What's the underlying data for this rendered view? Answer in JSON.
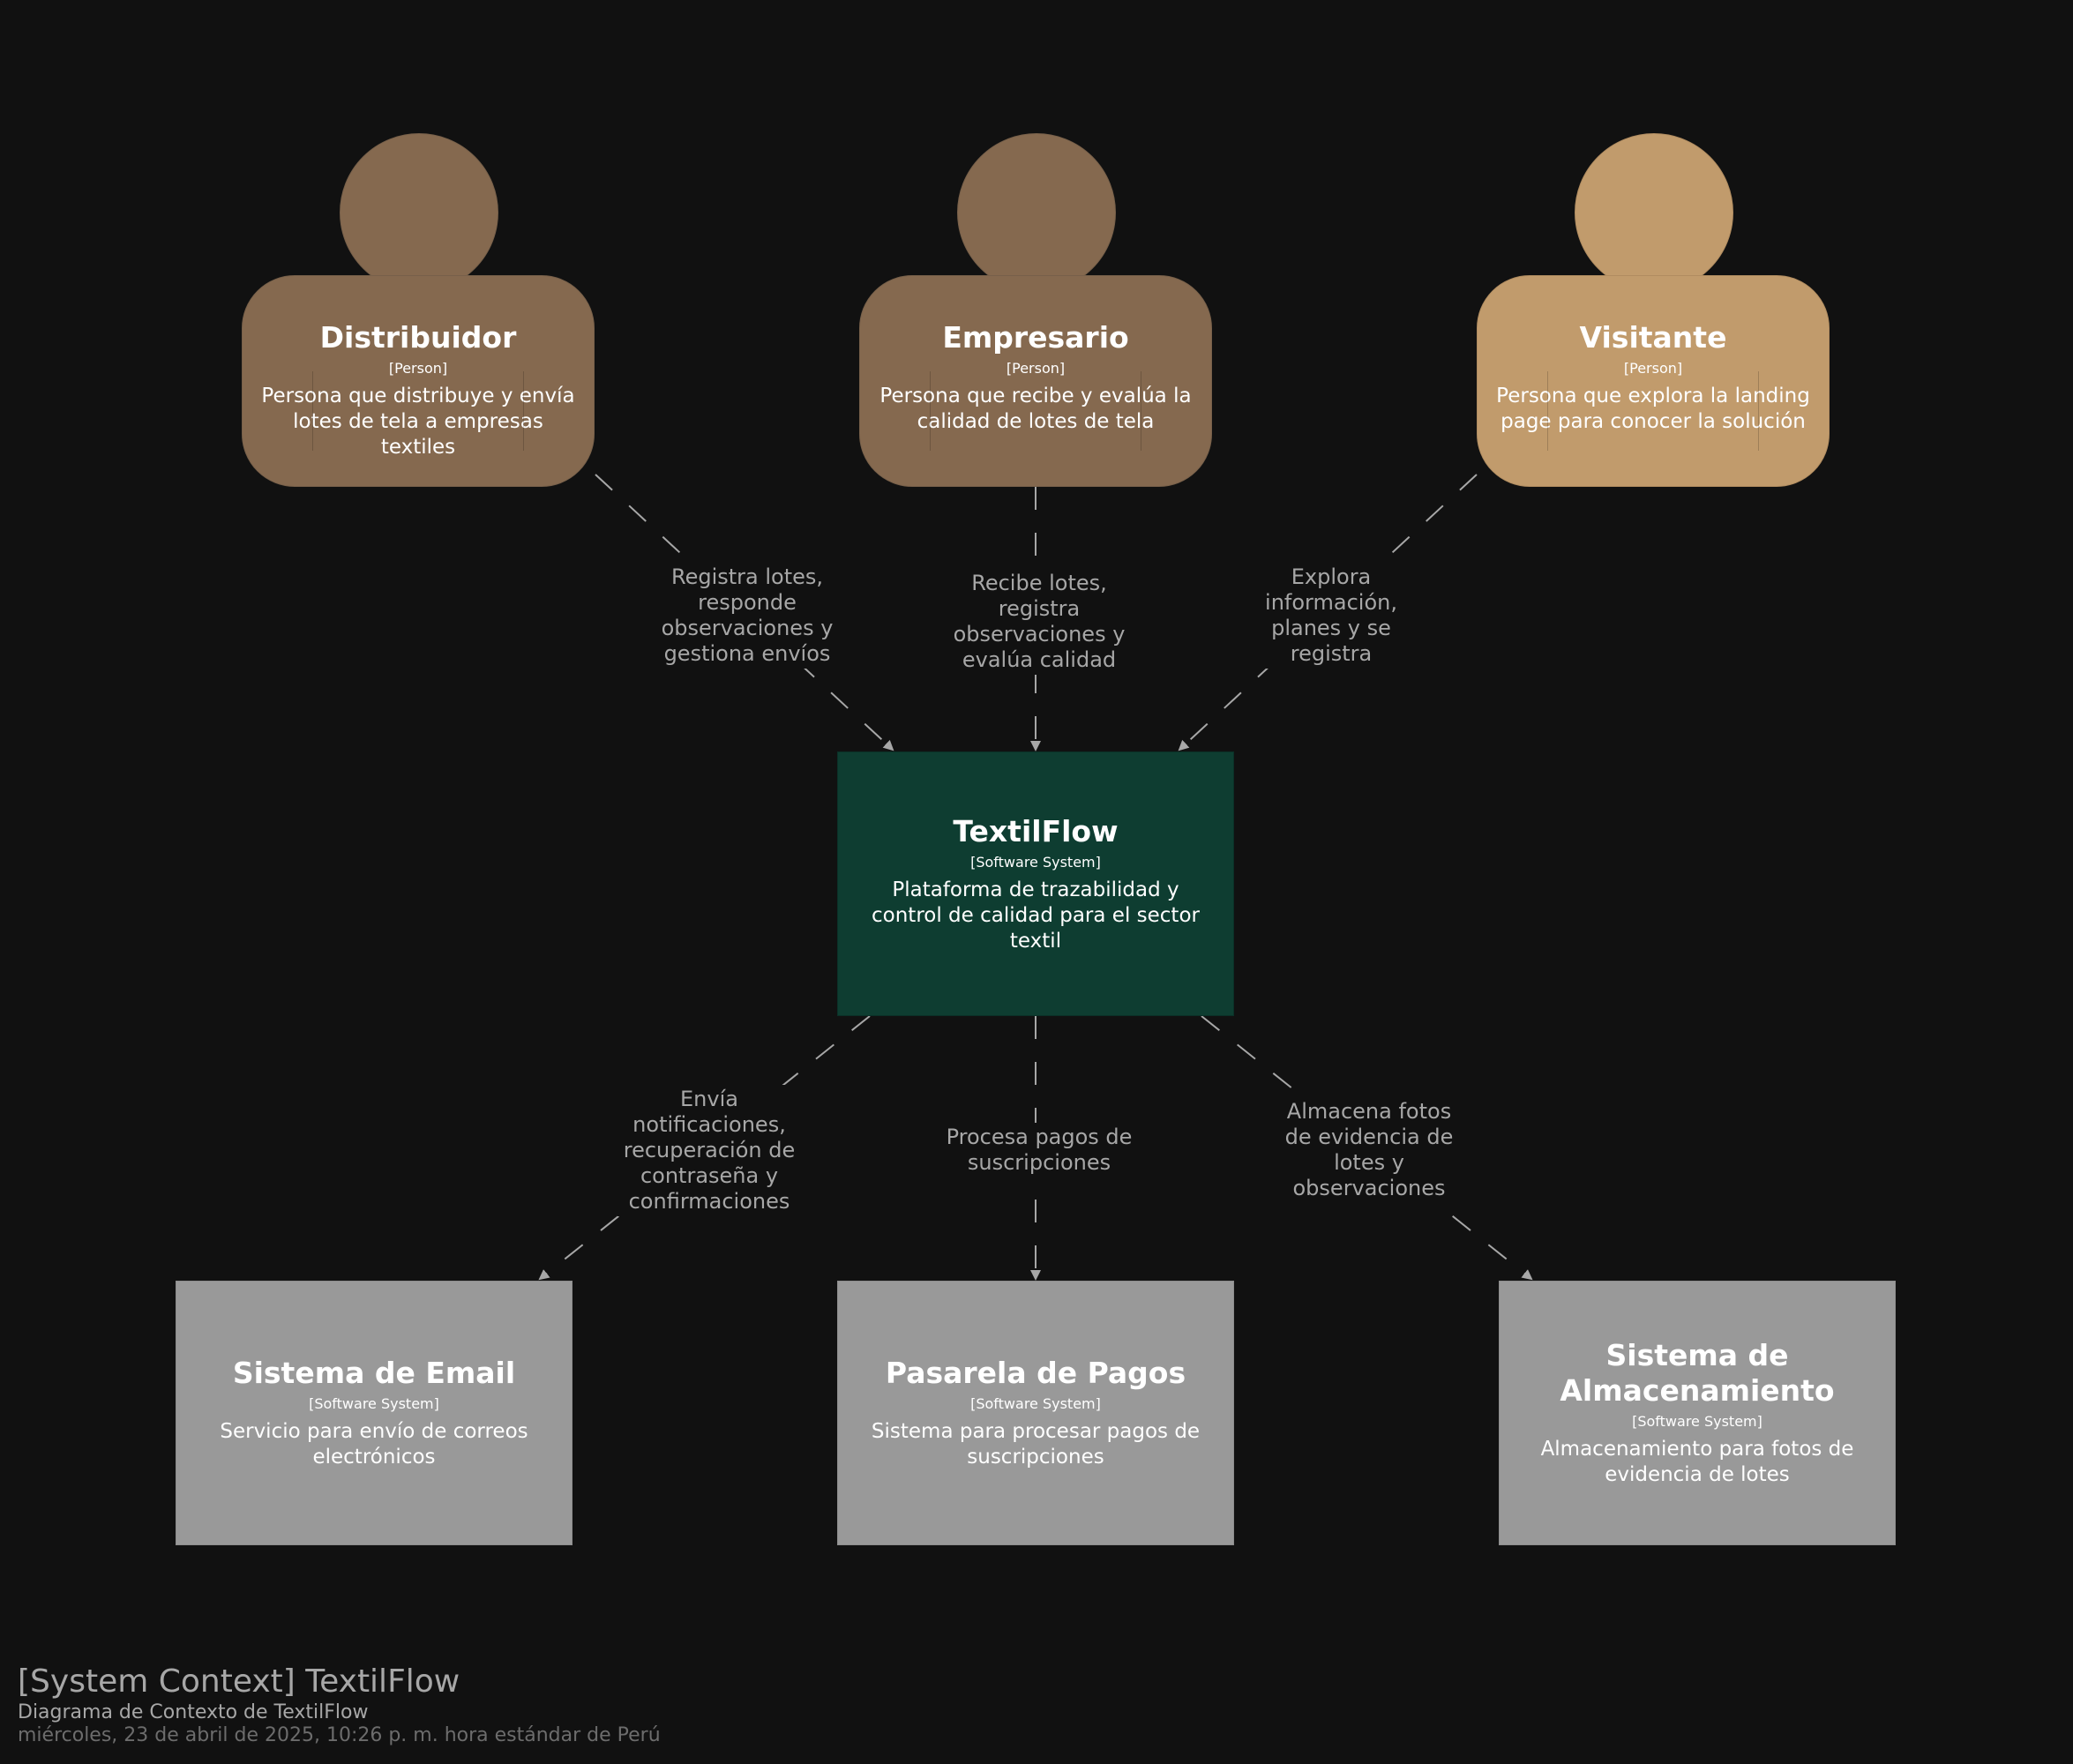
{
  "colors": {
    "background": "#111111",
    "person_dark": "#85694f",
    "person_light": "#c19b6c",
    "system_main": "#0e3d31",
    "system_external": "#999999",
    "edge": "#a7a7a7"
  },
  "people": {
    "distribuidor": {
      "name": "Distribuidor",
      "type": "[Person]",
      "description": "Persona que distribuye y envía lotes de tela a empresas textiles"
    },
    "empresario": {
      "name": "Empresario",
      "type": "[Person]",
      "description": "Persona que recibe y evalúa la calidad de lotes de tela"
    },
    "visitante": {
      "name": "Visitante",
      "type": "[Person]",
      "description": "Persona que explora la landing page para conocer la solución"
    }
  },
  "systems": {
    "textilflow": {
      "name": "TextilFlow",
      "type": "[Software System]",
      "description": "Plataforma de trazabilidad y control de calidad para el sector textil"
    },
    "email": {
      "name": "Sistema de Email",
      "type": "[Software System]",
      "description": "Servicio para envío de correos electrónicos"
    },
    "pagos": {
      "name": "Pasarela de Pagos",
      "type": "[Software System]",
      "description": "Sistema para procesar pagos de suscripciones"
    },
    "almacenamiento": {
      "name": "Sistema de Almacenamiento",
      "type": "[Software System]",
      "description": "Almacenamiento para fotos de evidencia de lotes"
    }
  },
  "relationships": {
    "distribuidor_textilflow": "Registra lotes, responde observaciones y gestiona envíos",
    "empresario_textilflow": "Recibe lotes, registra observaciones y evalúa calidad",
    "visitante_textilflow": "Explora información, planes y se registra",
    "textilflow_email": "Envía notificaciones, recuperación de contraseña y confirmaciones",
    "textilflow_pagos": "Procesa pagos de suscripciones",
    "textilflow_almacenamiento": "Almacena fotos de evidencia de lotes y observaciones"
  },
  "footer": {
    "title": "[System Context] TextilFlow",
    "subtitle": "Diagrama de Contexto de TextilFlow",
    "timestamp": "miércoles, 23 de abril de 2025, 10:26 p. m. hora estándar de Perú"
  }
}
